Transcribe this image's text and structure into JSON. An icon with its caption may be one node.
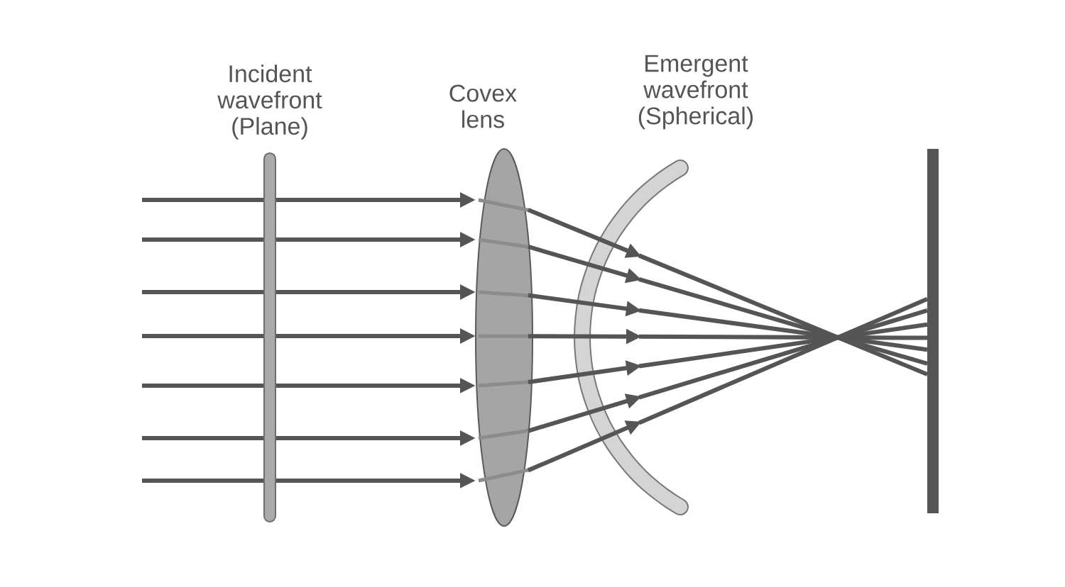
{
  "diagram": {
    "labels": [
      "Incident wavefront (Plane)",
      "Covex lens",
      "Emergent wavefront (Spherical)"
    ]
  }
}
